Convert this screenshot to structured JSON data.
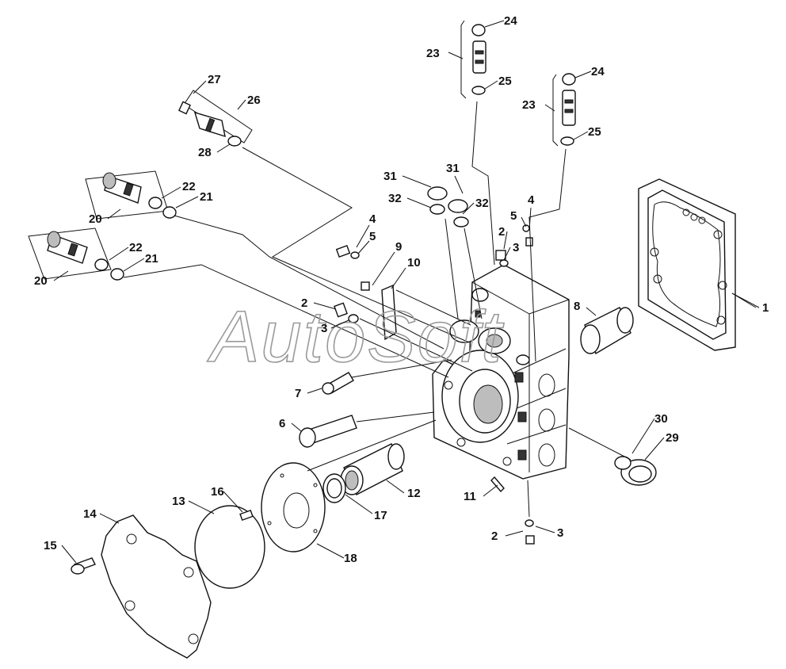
{
  "watermark": "AutoSoft",
  "callouts": [
    {
      "id": "c1",
      "text": "1"
    },
    {
      "id": "c2a",
      "text": "2"
    },
    {
      "id": "c2b",
      "text": "2"
    },
    {
      "id": "c2c",
      "text": "2"
    },
    {
      "id": "c3a",
      "text": "3"
    },
    {
      "id": "c3b",
      "text": "3"
    },
    {
      "id": "c3c",
      "text": "3"
    },
    {
      "id": "c4a",
      "text": "4"
    },
    {
      "id": "c4b",
      "text": "4"
    },
    {
      "id": "c5a",
      "text": "5"
    },
    {
      "id": "c5b",
      "text": "5"
    },
    {
      "id": "c6",
      "text": "6"
    },
    {
      "id": "c7",
      "text": "7"
    },
    {
      "id": "c8",
      "text": "8"
    },
    {
      "id": "c9",
      "text": "9"
    },
    {
      "id": "c10",
      "text": "10"
    },
    {
      "id": "c11",
      "text": "11"
    },
    {
      "id": "c12",
      "text": "12"
    },
    {
      "id": "c13",
      "text": "13"
    },
    {
      "id": "c14",
      "text": "14"
    },
    {
      "id": "c15",
      "text": "15"
    },
    {
      "id": "c16",
      "text": "16"
    },
    {
      "id": "c17",
      "text": "17"
    },
    {
      "id": "c18",
      "text": "18"
    },
    {
      "id": "c20a",
      "text": "20"
    },
    {
      "id": "c20b",
      "text": "20"
    },
    {
      "id": "c21a",
      "text": "21"
    },
    {
      "id": "c21b",
      "text": "21"
    },
    {
      "id": "c22a",
      "text": "22"
    },
    {
      "id": "c22b",
      "text": "22"
    },
    {
      "id": "c23a",
      "text": "23"
    },
    {
      "id": "c23b",
      "text": "23"
    },
    {
      "id": "c24a",
      "text": "24"
    },
    {
      "id": "c24b",
      "text": "24"
    },
    {
      "id": "c25a",
      "text": "25"
    },
    {
      "id": "c25b",
      "text": "25"
    },
    {
      "id": "c26",
      "text": "26"
    },
    {
      "id": "c27",
      "text": "27"
    },
    {
      "id": "c28",
      "text": "28"
    },
    {
      "id": "c29",
      "text": "29"
    },
    {
      "id": "c30",
      "text": "30"
    },
    {
      "id": "c31a",
      "text": "31"
    },
    {
      "id": "c31b",
      "text": "31"
    },
    {
      "id": "c32a",
      "text": "32"
    },
    {
      "id": "c32b",
      "text": "32"
    }
  ]
}
